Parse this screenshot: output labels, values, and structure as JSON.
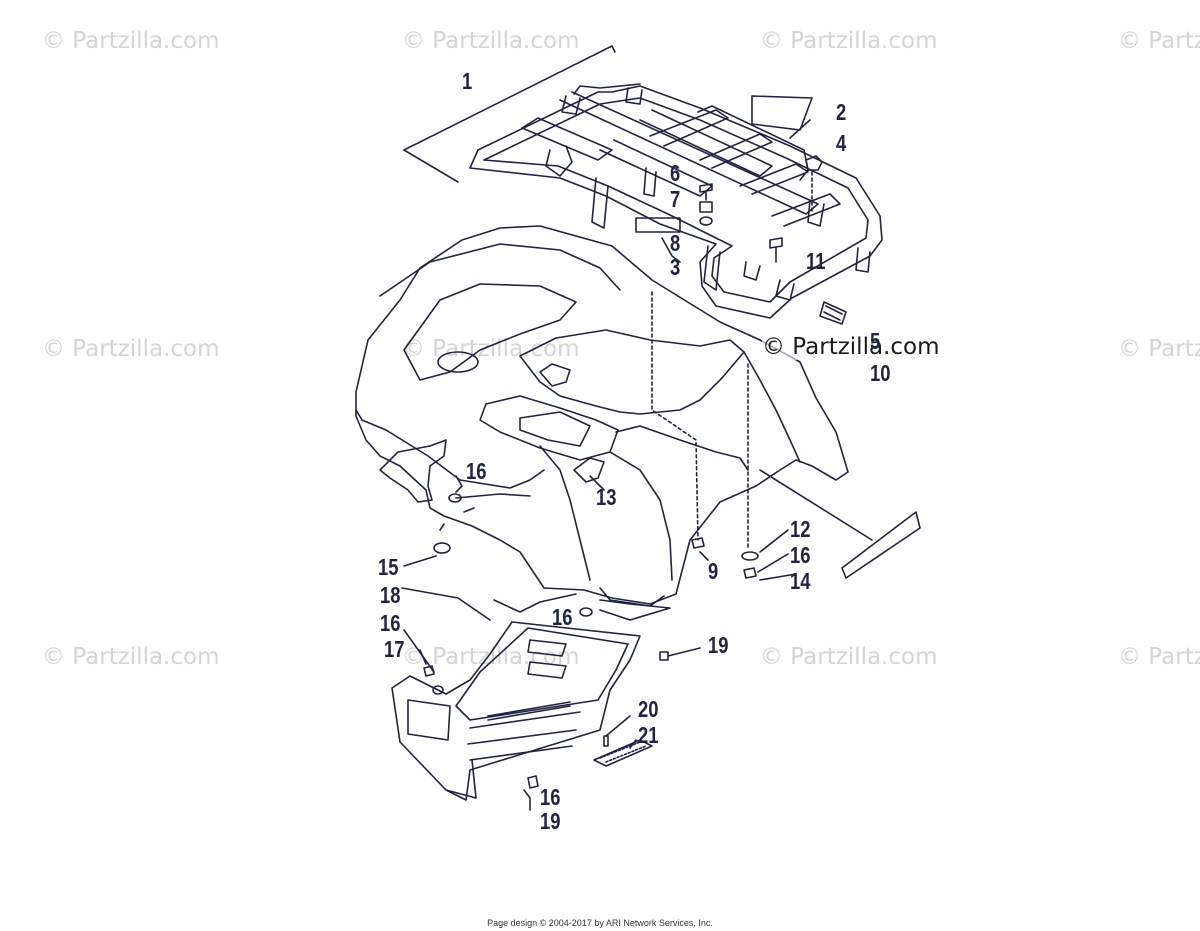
{
  "watermark": "© Partzilla.com",
  "footer": "Page design © 2004-2017 by ARI Network Services, Inc.",
  "colors": {
    "line": "#1f2440",
    "watermark": "#d4d4d4",
    "background": "#ffffff"
  },
  "callouts": [
    {
      "id": "c1",
      "label": "1"
    },
    {
      "id": "c2",
      "label": "2"
    },
    {
      "id": "c3",
      "label": "3"
    },
    {
      "id": "c4",
      "label": "4"
    },
    {
      "id": "c5",
      "label": "5"
    },
    {
      "id": "c6",
      "label": "6"
    },
    {
      "id": "c7",
      "label": "7"
    },
    {
      "id": "c8",
      "label": "8"
    },
    {
      "id": "c9",
      "label": "9"
    },
    {
      "id": "c10",
      "label": "10"
    },
    {
      "id": "c11",
      "label": "11"
    },
    {
      "id": "c12",
      "label": "12"
    },
    {
      "id": "c13",
      "label": "13"
    },
    {
      "id": "c14",
      "label": "14"
    },
    {
      "id": "c15",
      "label": "15"
    },
    {
      "id": "c16a",
      "label": "16"
    },
    {
      "id": "c16b",
      "label": "16"
    },
    {
      "id": "c16c",
      "label": "16"
    },
    {
      "id": "c16d",
      "label": "16"
    },
    {
      "id": "c16e",
      "label": "16"
    },
    {
      "id": "c17",
      "label": "17"
    },
    {
      "id": "c18",
      "label": "18"
    },
    {
      "id": "c19a",
      "label": "19"
    },
    {
      "id": "c19b",
      "label": "19"
    },
    {
      "id": "c20",
      "label": "20"
    },
    {
      "id": "c21",
      "label": "21"
    }
  ]
}
